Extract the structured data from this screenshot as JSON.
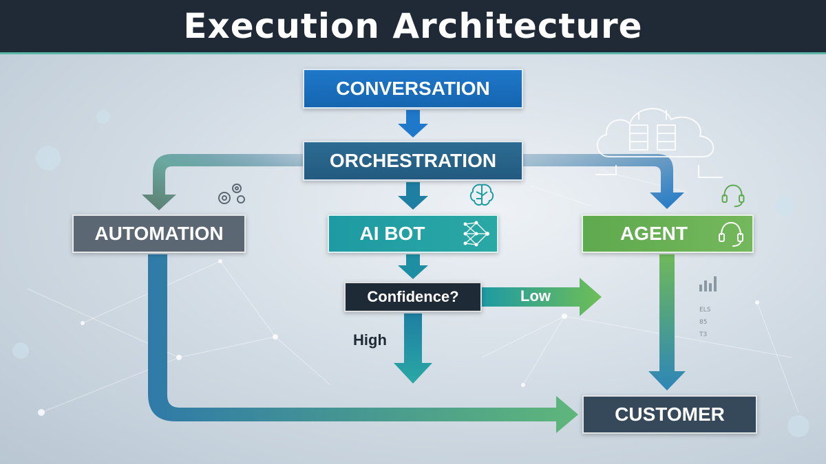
{
  "header": {
    "title": "Execution Architecture"
  },
  "nodes": {
    "conversation": "CONVERSATION",
    "orchestration": "ORCHESTRATION",
    "automation": "AUTOMATION",
    "ai_bot": "AI BOT",
    "agent": "AGENT",
    "confidence": "Confidence?",
    "customer": "CUSTOMER"
  },
  "edges": {
    "low_label": "Low",
    "high_label": "High"
  },
  "side_panel": {
    "items": [
      "ELS",
      "85",
      "T3"
    ]
  },
  "icons": [
    "gears-icon",
    "brain-icon",
    "neural-network-icon",
    "headset-icon",
    "cloud-server-icon",
    "bar-chart-icon"
  ],
  "colors": {
    "conversation": "#1f78c9",
    "orchestration": "#2c6b93",
    "automation": "#5b6873",
    "ai_bot": "#1e9aa3",
    "agent": "#5fa94e",
    "confidence": "#1e2a36",
    "customer": "#35495a",
    "header": "#1f2a36"
  }
}
